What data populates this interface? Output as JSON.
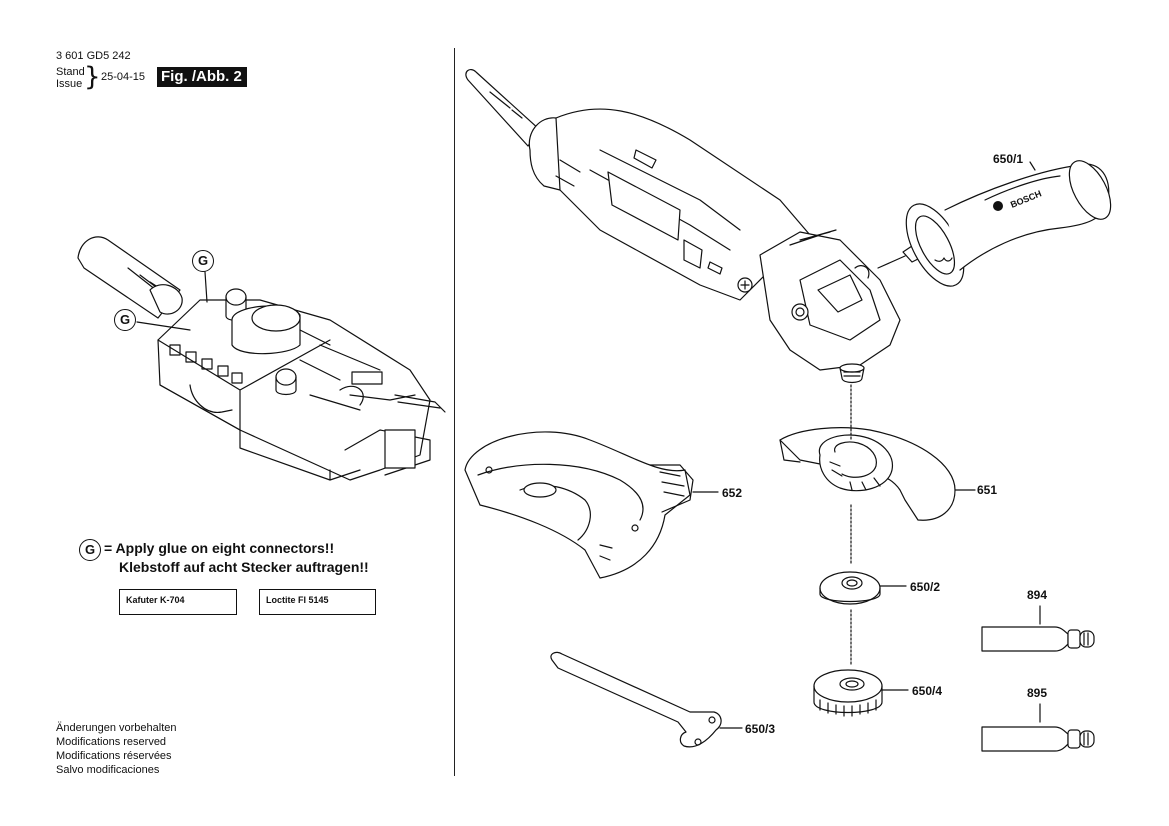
{
  "header": {
    "doc_number": "3 601 GD5 242",
    "stand_label": "Stand",
    "issue_label": "Issue",
    "date": "25-04-15",
    "figure_label": "Fig. /Abb. 2"
  },
  "legend": {
    "marker": "G",
    "line1": "= Apply glue on eight connectors!!",
    "line2": "Klebstoff auf acht Stecker auftragen!!",
    "tubes": [
      "Kafuter K-704",
      "Loctite FI 5145"
    ]
  },
  "parts": {
    "p650_1": "650/1",
    "p651": "651",
    "p652": "652",
    "p650_2": "650/2",
    "p650_3": "650/3",
    "p650_4": "650/4",
    "p894": "894",
    "p895": "895"
  },
  "footer": {
    "lines": [
      "Änderungen vorbehalten",
      "Modifications reserved",
      "Modifications réservées",
      "Salvo modificaciones"
    ]
  },
  "brand_on_handle": "BOSCH"
}
